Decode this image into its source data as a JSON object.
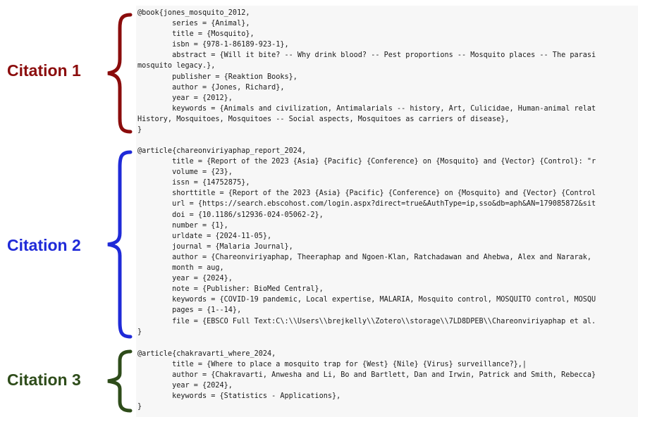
{
  "labels": {
    "c1": "Citation 1",
    "c2": "Citation 2",
    "c3": "Citation 3"
  },
  "colors": {
    "citation1": "#8b0c0c",
    "citation2": "#1f2ad8",
    "citation3": "#2e4c1a",
    "code_background": "#f7f7f7",
    "code_text": "#1a1a1a"
  },
  "citations": [
    {
      "lines": [
        "@book{jones_mosquito_2012,",
        "        series = {Animal},",
        "        title = {Mosquito},",
        "        isbn = {978-1-86189-923-1},",
        "        abstract = {Will it bite? -- Why drink blood? -- Pest proportions -- Mosquito places -- The parasi",
        "mosquito legacy.},",
        "        publisher = {Reaktion Books},",
        "        author = {Jones, Richard},",
        "        year = {2012},",
        "        keywords = {Animals and civilization, Antimalarials -- history, Art, Culicidae, Human-animal relat",
        "History, Mosquitoes, Mosquitoes -- Social aspects, Mosquitoes as carriers of disease},",
        "}"
      ]
    },
    {
      "lines": [
        "@article{chareonviriyaphap_report_2024,",
        "        title = {Report of the 2023 {Asia} {Pacific} {Conference} on {Mosquito} and {Vector} {Control}: \"r",
        "        volume = {23},",
        "        issn = {14752875},",
        "        shorttitle = {Report of the 2023 {Asia} {Pacific} {Conference} on {Mosquito} and {Vector} {Control",
        "        url = {https://search.ebscohost.com/login.aspx?direct=true&AuthType=ip,sso&db=aph&AN=179085872&sit",
        "        doi = {10.1186/s12936-024-05062-2},",
        "        number = {1},",
        "        urldate = {2024-11-05},",
        "        journal = {Malaria Journal},",
        "        author = {Chareonviriyaphap, Theeraphap and Ngoen-Klan, Ratchadawan and Ahebwa, Alex and Nararak,",
        "        month = aug,",
        "        year = {2024},",
        "        note = {Publisher: BioMed Central},",
        "        keywords = {COVID-19 pandemic, Local expertise, MALARIA, Mosquito control, MOSQUITO control, MOSQU",
        "        pages = {1--14},",
        "        file = {EBSCO Full Text:C\\:\\\\Users\\\\brejkelly\\\\Zotero\\\\storage\\\\7LD8DPEB\\\\Chareonviriyaphap et al.",
        "}"
      ]
    },
    {
      "lines": [
        "@article{chakravarti_where_2024,",
        "        title = {Where to place a mosquito trap for {West} {Nile} {Virus} surveillance?},|",
        "        author = {Chakravarti, Anwesha and Li, Bo and Bartlett, Dan and Irwin, Patrick and Smith, Rebecca}",
        "        year = {2024},",
        "        keywords = {Statistics - Applications},",
        "}"
      ]
    }
  ]
}
